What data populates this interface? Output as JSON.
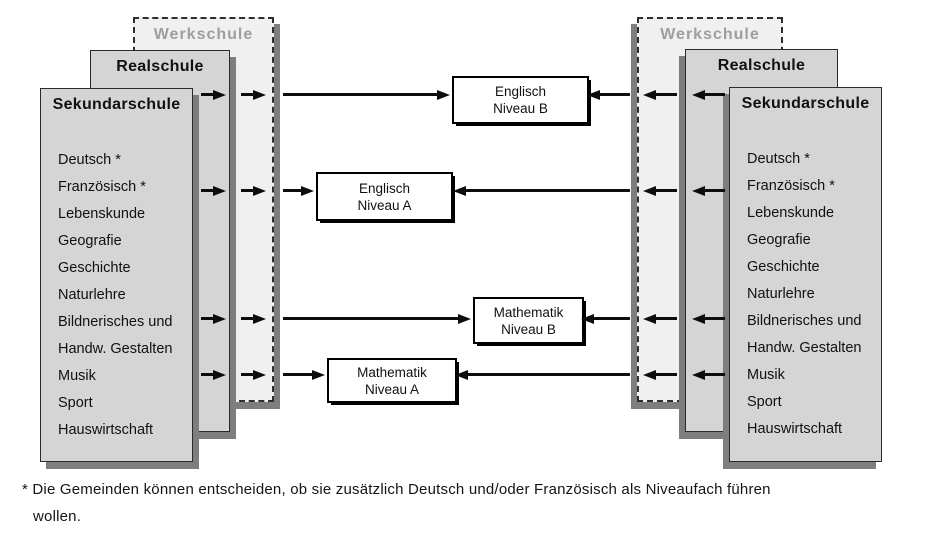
{
  "left_stack": {
    "werkschule": "Werkschule",
    "realschule": "Realschule",
    "sekundarschule": "Sekundarschule",
    "subjects": [
      "Deutsch *",
      "Französisch *",
      "Lebenskunde",
      "Geografie",
      "Geschichte",
      "Naturlehre",
      "Bildnerisches und",
      "Handw. Gestalten",
      "Musik",
      "Sport",
      "Hauswirtschaft"
    ]
  },
  "right_stack": {
    "werkschule": "Werkschule",
    "realschule": "Realschule",
    "sekundarschule": "Sekundarschule",
    "subjects": [
      "Deutsch *",
      "Französisch *",
      "Lebenskunde",
      "Geografie",
      "Geschichte",
      "Naturlehre",
      "Bildnerisches und",
      "Handw. Gestalten",
      "Musik",
      "Sport",
      "Hauswirtschaft"
    ]
  },
  "level_boxes": [
    {
      "line1": "Englisch",
      "line2": "Niveau B"
    },
    {
      "line1": "Englisch",
      "line2": "Niveau A"
    },
    {
      "line1": "Mathematik",
      "line2": "Niveau B"
    },
    {
      "line1": "Mathematik",
      "line2": "Niveau A"
    }
  ],
  "footnote": {
    "line1": "* Die Gemeinden können entscheiden, ob sie zusätzlich Deutsch und/oder Französisch als Niveaufach führen",
    "line2": "wollen."
  },
  "colors": {
    "card_fill": "#d5d5d5",
    "werkschule_fill": "#f0f0f0",
    "card_shadow": "#7e7e7e",
    "werkschule_text": "#9e9e9e",
    "ink": "#0d0d0d"
  }
}
